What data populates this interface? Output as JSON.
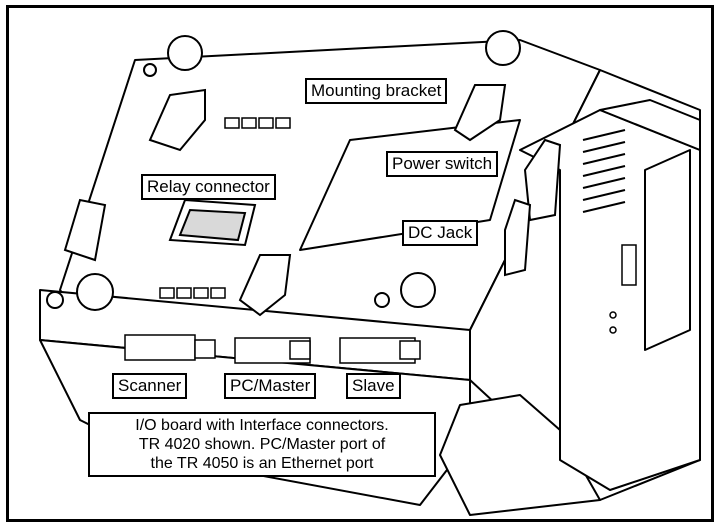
{
  "labels": {
    "mounting_bracket": "Mounting bracket",
    "power_switch": "Power switch",
    "relay_connector": "Relay connector",
    "dc_jack": "DC Jack",
    "scanner": "Scanner",
    "pc_master": "PC/Master",
    "slave": "Slave",
    "io_board": [
      "I/O board with Interface connectors.",
      "TR 4020 shown. PC/Master port of",
      "the TR 4050 is an Ethernet port"
    ]
  },
  "colors": {
    "line": "#000000",
    "fill": "#ffffff",
    "shade": "#d9d9d9"
  }
}
